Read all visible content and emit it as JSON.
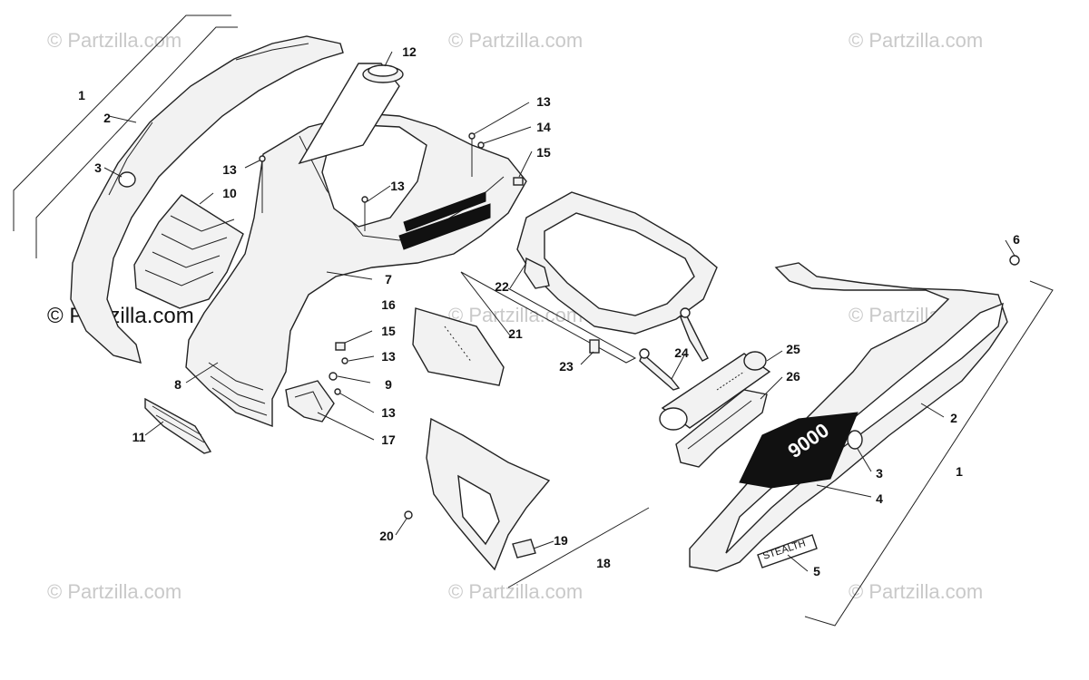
{
  "watermark_text": "© Partzilla.com",
  "decal_text": "9000",
  "badge_text": "STEALTH",
  "callouts": [
    "1",
    "2",
    "3",
    "10",
    "13",
    "12",
    "13",
    "14",
    "15",
    "13",
    "7",
    "16",
    "15",
    "13",
    "8",
    "9",
    "13",
    "11",
    "17",
    "22",
    "21",
    "23",
    "24",
    "25",
    "26",
    "6",
    "2",
    "1",
    "3",
    "4",
    "5",
    "20",
    "19",
    "18"
  ]
}
